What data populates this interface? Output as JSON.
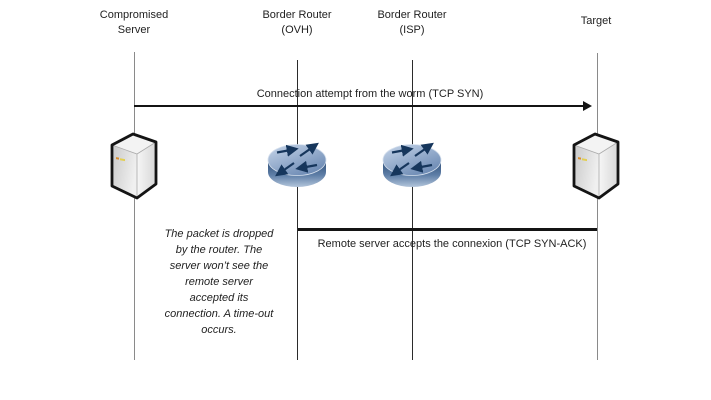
{
  "actors": {
    "compromised_server": {
      "label": [
        "Compromised",
        "Server"
      ],
      "icon": "server-tower-icon"
    },
    "border_router_ovh": {
      "label": [
        "Border Router",
        "(OVH)"
      ],
      "icon": "router-icon"
    },
    "border_router_isp": {
      "label": [
        "Border Router",
        "(ISP)"
      ],
      "icon": "router-icon"
    },
    "target": {
      "label": [
        "Target"
      ],
      "icon": "server-tower-icon"
    }
  },
  "messages": {
    "tcp_syn": {
      "label": "Connection attempt from the worm (TCP SYN)"
    },
    "tcp_syn_ack": {
      "label": "Remote server accepts the connexion (TCP SYN-ACK)"
    }
  },
  "note": {
    "lines": [
      "The packet is dropped",
      "by the router. The",
      "server won’t see the",
      "remote server",
      "accepted its",
      "connection. A time-out",
      "occurs."
    ]
  },
  "colors": {
    "background": "#ffffff",
    "text": "#1f1f1f",
    "message_line": "#141414",
    "server_lifeline": "#8a8a8a",
    "router_lifeline": "#2b2b2b",
    "router_top_blue": "#6b89b3",
    "router_dark_blue": "#16365c",
    "server_body_gray": "#dcdcdc",
    "led_orange": "#d98e2e",
    "led_yellow": "#e3cf52"
  }
}
